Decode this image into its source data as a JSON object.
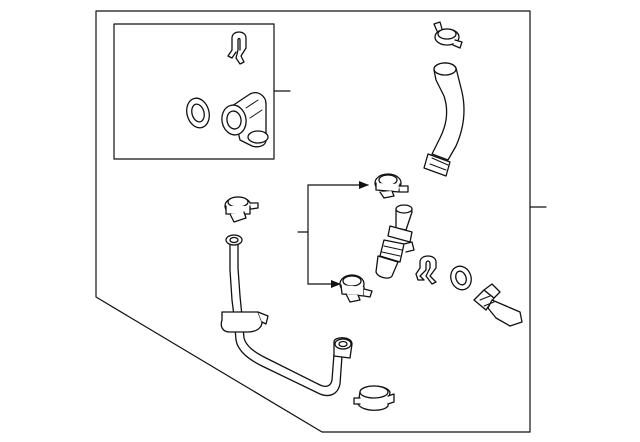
{
  "diagram": {
    "kind": "exploded-parts-view",
    "colors": {
      "line": "#111111",
      "background": "#ffffff",
      "part_fill": "#ffffff"
    },
    "parts": [
      {
        "id": "inset-box",
        "icon": "hose-connector-kit-icon"
      },
      {
        "id": "retaining-clip-upper",
        "icon": "retaining-clip-icon"
      },
      {
        "id": "o-ring-upper",
        "icon": "o-ring-icon"
      },
      {
        "id": "elbow-connector",
        "icon": "elbow-connector-icon"
      },
      {
        "id": "hose-clamp-top",
        "icon": "hose-clamp-icon"
      },
      {
        "id": "coolant-hose-upper",
        "icon": "coolant-hose-icon"
      },
      {
        "id": "hose-clamp-left",
        "icon": "hose-clamp-icon"
      },
      {
        "id": "coolant-pipe",
        "icon": "coolant-pipe-icon"
      },
      {
        "id": "hose-clamp-mid-upper",
        "icon": "hose-clamp-icon"
      },
      {
        "id": "hose-clamp-mid-lower",
        "icon": "hose-clamp-icon"
      },
      {
        "id": "bleeder-fitting",
        "icon": "fitting-icon"
      },
      {
        "id": "retaining-clip-lower",
        "icon": "retaining-clip-icon"
      },
      {
        "id": "o-ring-lower",
        "icon": "o-ring-icon"
      },
      {
        "id": "temperature-sensor",
        "icon": "temperature-sensor-icon"
      },
      {
        "id": "hose-clamp-bottom",
        "icon": "hose-clamp-icon"
      }
    ],
    "callouts": [
      {
        "id": "callout-inset",
        "icon": "leader-line-icon"
      },
      {
        "id": "callout-right",
        "icon": "leader-line-icon"
      },
      {
        "id": "callout-clamps",
        "icon": "bracket-arrow-icon"
      }
    ]
  }
}
